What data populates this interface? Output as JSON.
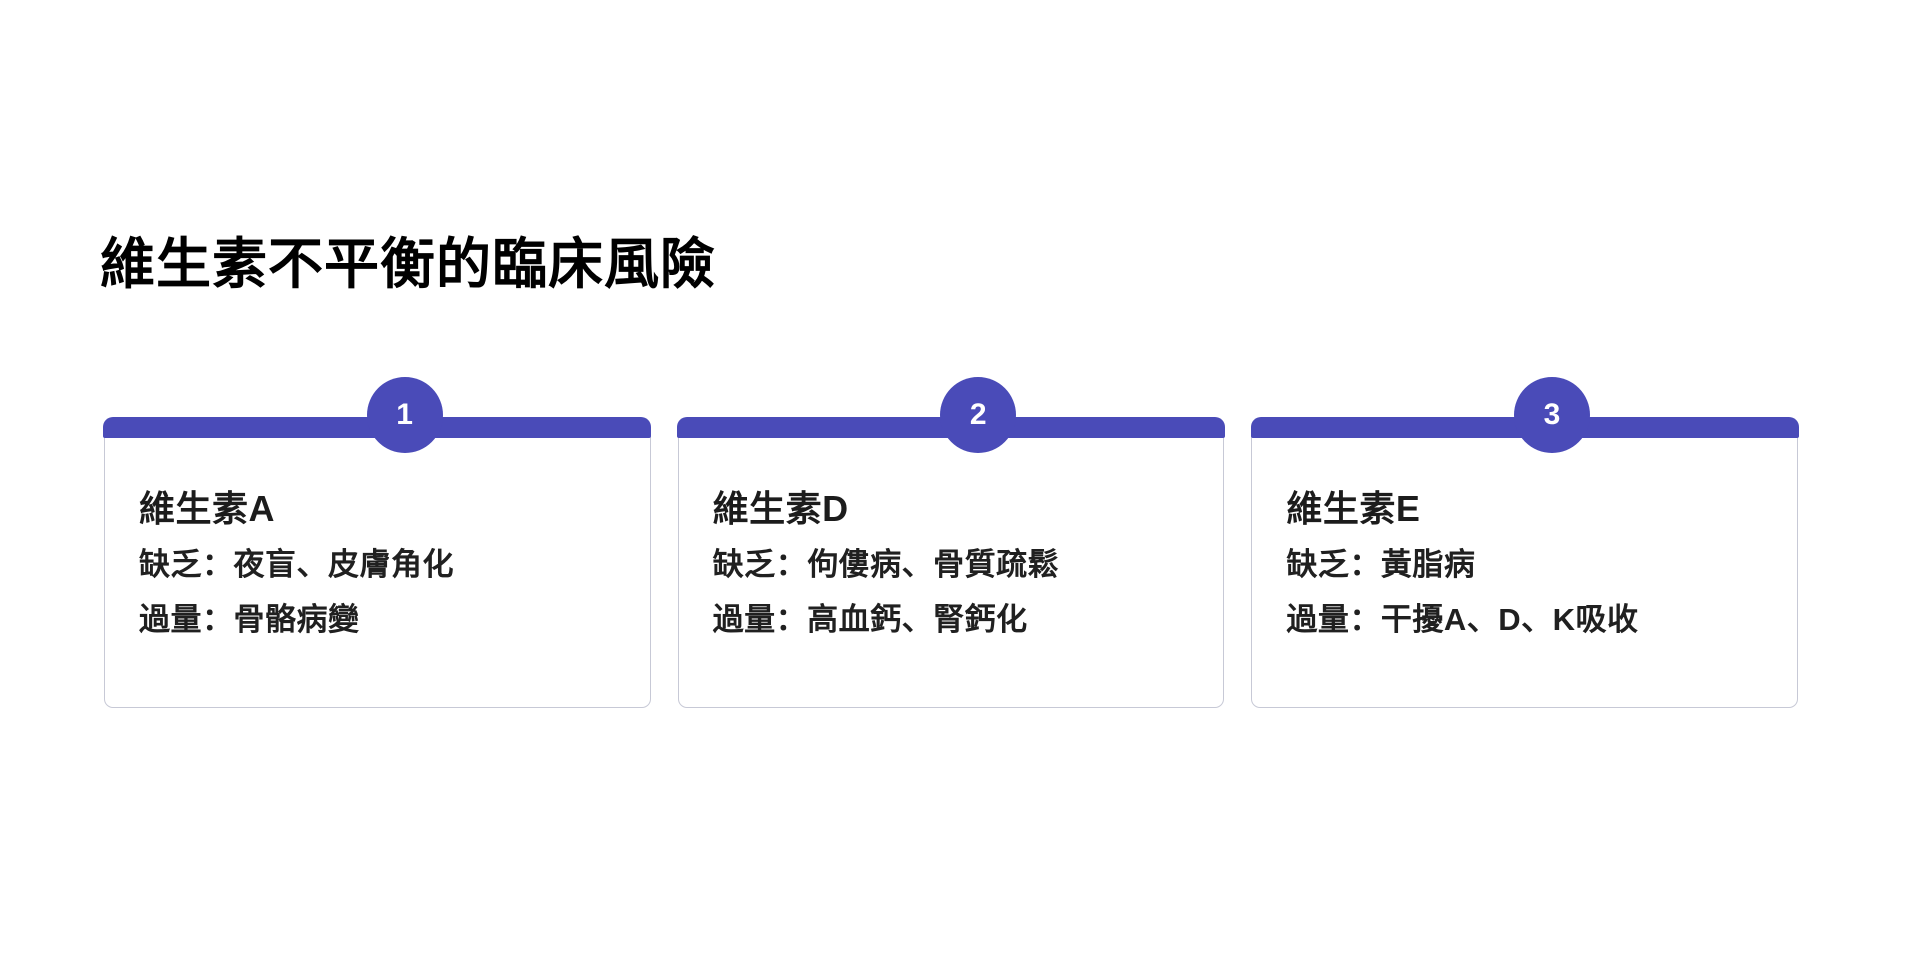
{
  "slide": {
    "title": "維生素不平衡的臨床風險",
    "background_color": "#ffffff",
    "accent_color": "#4a4bb8",
    "card_border_color": "#c7c9d6",
    "text_color": "#1c1c1c"
  },
  "cards": [
    {
      "badge": "1",
      "heading": "維生素A",
      "deficiency": "缺乏：夜盲、皮膚角化",
      "excess": "過量：骨骼病變"
    },
    {
      "badge": "2",
      "heading": "維生素D",
      "deficiency": "缺乏：佝僂病、骨質疏鬆",
      "excess": "過量：高血鈣、腎鈣化"
    },
    {
      "badge": "3",
      "heading": "維生素E",
      "deficiency": "缺乏：黃脂病",
      "excess": "過量：干擾A、D、K吸收"
    }
  ]
}
